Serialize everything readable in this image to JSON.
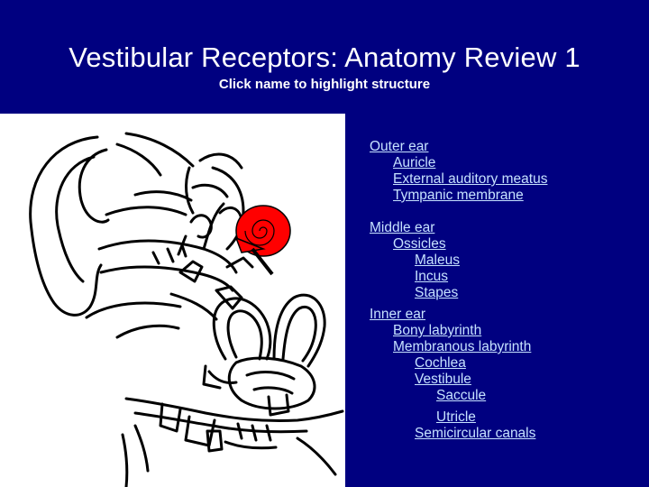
{
  "slide": {
    "title": "Vestibular Receptors: Anatomy Review 1",
    "subtitle": "Click name to highlight structure"
  },
  "colors": {
    "background": "#000080",
    "link": "#c6e2ff",
    "highlight": "#ff0000"
  },
  "figure": {
    "highlighted_structure": "Cochlea"
  },
  "nav": {
    "outer_ear": "Outer ear",
    "auricle": "Auricle",
    "external_auditory_meatus": "External auditory meatus",
    "tympanic_membrane": "Tympanic membrane",
    "middle_ear": "Middle ear",
    "ossicles": "Ossicles",
    "maleus": "Maleus",
    "incus": "Incus",
    "stapes": "Stapes",
    "inner_ear": "Inner ear",
    "bony_labyrinth": "Bony labyrinth",
    "membranous_labyrinth": "Membranous labyrinth",
    "cochlea": "Cochlea",
    "vestibule": "Vestibule",
    "saccule": "Saccule",
    "utricle": "Utricle",
    "semicircular_canals": "Semicircular canals"
  }
}
